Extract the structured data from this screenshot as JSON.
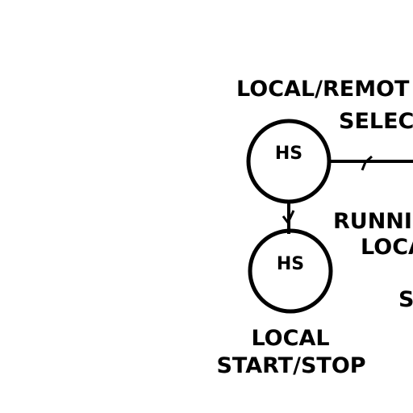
{
  "diagram": {
    "labels": {
      "local_remote": "LOCAL/REMOT",
      "selector": "SELEC",
      "running": "RUNNI",
      "local_partial": "LOCA",
      "s_partial": "S",
      "local": "LOCAL",
      "start_stop": "START/STOP"
    },
    "nodes": {
      "upper_tag": "HS",
      "lower_tag": "HS"
    }
  }
}
